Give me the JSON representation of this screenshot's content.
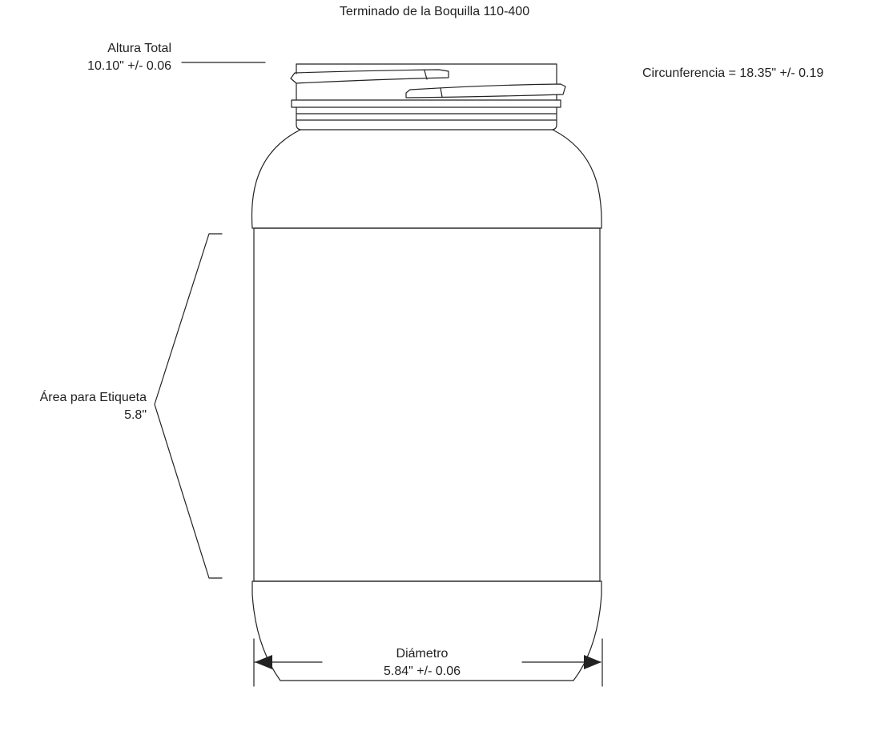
{
  "finish_label": "Terminado de la Boquilla 110-400",
  "height": {
    "label": "Altura Total",
    "value": "10.10\" +/- 0.06"
  },
  "circumference": {
    "text": "Circunferencia = 18.35\" +/- 0.19"
  },
  "label_area": {
    "label": "Área para Etiqueta",
    "value": "5.8\""
  },
  "diameter": {
    "label": "Diámetro",
    "value": "5.84\" +/- 0.06"
  },
  "colors": {
    "line": "#222222",
    "background": "#ffffff"
  }
}
